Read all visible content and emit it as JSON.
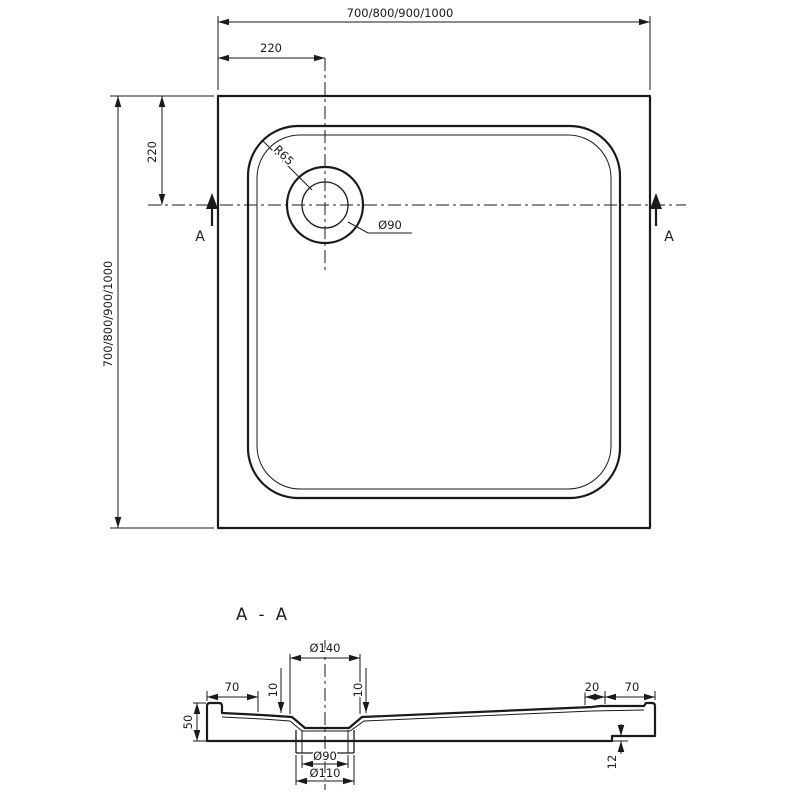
{
  "drawing": {
    "type": "shower-tray-technical-drawing",
    "line_color": "#1a1a1a",
    "background_color": "#ffffff"
  },
  "top_view": {
    "dim_overall_width": "700/800/900/1000",
    "dim_overall_height": "700/800/900/1000",
    "dim_drain_offset_x": "220",
    "dim_drain_offset_y": "220",
    "corner_radius": "R65",
    "drain_diameter": "Ø90",
    "section_marker_left": "A",
    "section_marker_right": "A"
  },
  "section_view": {
    "title": "A - A",
    "dim_recess_diameter": "Ø140",
    "dim_left_rim": "70",
    "dim_left_depth": "10",
    "dim_right_depth": "10",
    "dim_right_step": "20",
    "dim_right_rim": "70",
    "dim_left_height": "50",
    "dim_right_height": "12",
    "dim_drain_inner": "Ø90",
    "dim_drain_outer": "Ø110"
  }
}
